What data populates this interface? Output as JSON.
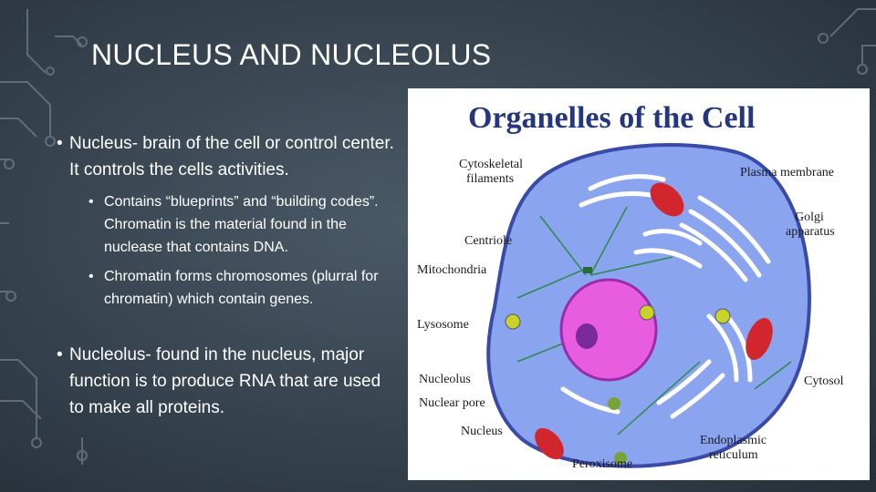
{
  "slide": {
    "title": "NUCLEUS AND NUCLEOLUS",
    "bullets": [
      {
        "text": "Nucleus- brain of the cell or control center. It controls the cells activities.",
        "sub": [
          "Contains “blueprints” and “building codes”. Chromatin is the material found in the nuclease that contains DNA.",
          "Chromatin forms chromosomes (plurral for chromatin) which contain genes."
        ]
      },
      {
        "text": "Nucleolus- found in the nucleus, major function is to produce RNA that are used to make all proteins."
      }
    ],
    "bullet_glyph": "•"
  },
  "diagram": {
    "title": "Organelles of the Cell",
    "labels": {
      "cytoskeletal_1": "Cytoskeletal",
      "cytoskeletal_2": "filaments",
      "centriole": "Centriole",
      "mitochondria": "Mitochondria",
      "lysosome": "Lysosome",
      "nucleolus": "Nucleolus",
      "nuclear_pore": "Nuclear pore",
      "nucleus": "Nucleus",
      "peroxisome": "Peroxisome",
      "plasma_membrane": "Plasma membrane",
      "golgi_1": "Golgi",
      "golgi_2": "apparatus",
      "cytosol": "Cytosol",
      "er_1": "Endoplasmic",
      "er_2": "reticulum"
    },
    "colors": {
      "cytoplasm": "#8aa4ef",
      "membrane": "#3a4aa8",
      "nucleus": "#e85ce0",
      "nucleolus": "#7a2a9a",
      "mitochondria": "#d2262e",
      "lysosome": "#c8d22a",
      "peroxisome": "#7aa23a",
      "filaments": "#2a8a4a"
    }
  }
}
